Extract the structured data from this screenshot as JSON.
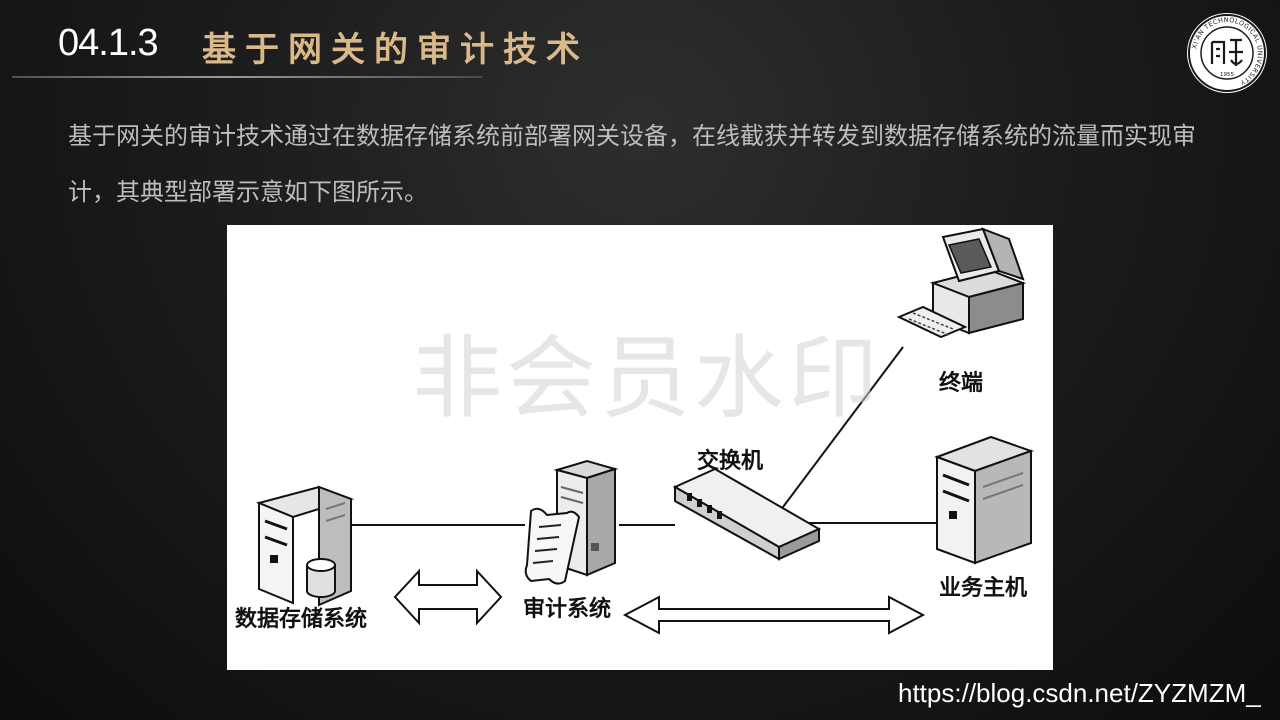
{
  "slide": {
    "number": "04.1.3",
    "title": "基于网关的审计技术",
    "paragraph": "基于网关的审计技术通过在数据存储系统前部署网关设备，在线截获并转发到数据存储系统的流量而实现审计，其典型部署示意如下图所示。"
  },
  "diagram": {
    "watermark": "非会员水印",
    "nodes": {
      "storage": "数据存储系统",
      "audit": "审计系统",
      "switch": "交换机",
      "terminal": "终端",
      "host": "业务主机"
    }
  },
  "logo": {
    "ring_text": "XI'AN TECHNOLOGICAL UNIVERSITY",
    "year": "1955"
  },
  "footer": {
    "url": "https://blog.csdn.net/ZYZMZM_"
  }
}
